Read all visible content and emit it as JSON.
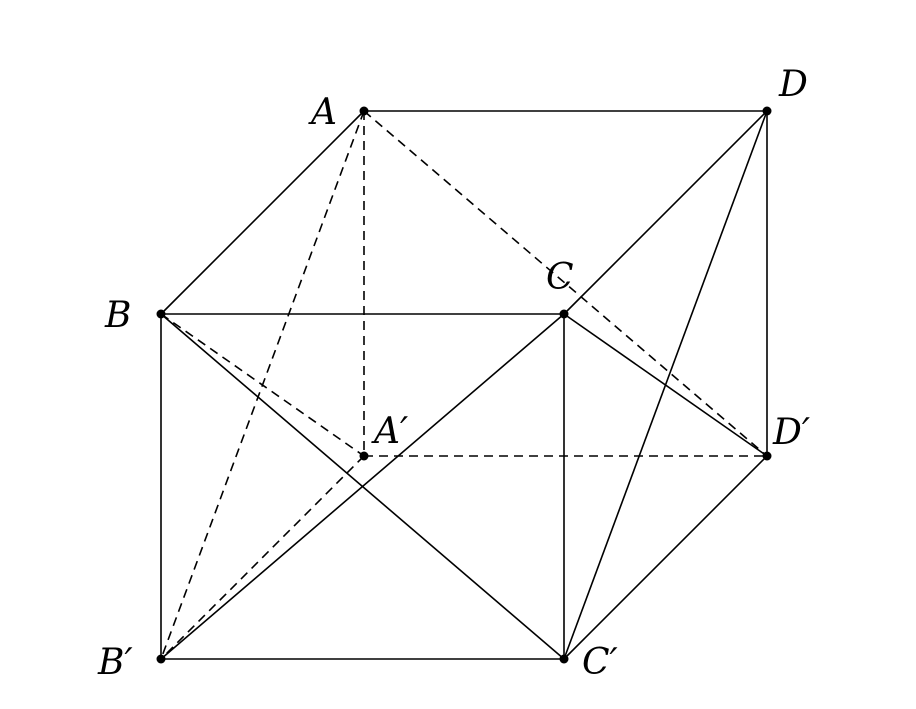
{
  "diagram": {
    "vertices": [
      {
        "id": "A",
        "label": "A"
      },
      {
        "id": "B",
        "label": "B"
      },
      {
        "id": "C",
        "label": "C"
      },
      {
        "id": "D",
        "label": "D"
      },
      {
        "id": "A1",
        "label": "A′"
      },
      {
        "id": "B1",
        "label": "B′"
      },
      {
        "id": "C1",
        "label": "C′"
      },
      {
        "id": "D1",
        "label": "D′"
      }
    ],
    "edges": [
      {
        "from": "A",
        "to": "D",
        "style": "solid"
      },
      {
        "from": "A",
        "to": "B",
        "style": "solid"
      },
      {
        "from": "B",
        "to": "C",
        "style": "solid"
      },
      {
        "from": "C",
        "to": "D",
        "style": "solid"
      },
      {
        "from": "D",
        "to": "D1",
        "style": "solid"
      },
      {
        "from": "B",
        "to": "B1",
        "style": "solid"
      },
      {
        "from": "C",
        "to": "C1",
        "style": "solid"
      },
      {
        "from": "B1",
        "to": "C1",
        "style": "solid"
      },
      {
        "from": "C1",
        "to": "D1",
        "style": "solid"
      },
      {
        "from": "B",
        "to": "C1",
        "style": "solid"
      },
      {
        "from": "B1",
        "to": "C",
        "style": "solid"
      },
      {
        "from": "C",
        "to": "D1",
        "style": "solid"
      },
      {
        "from": "D",
        "to": "C1",
        "style": "solid"
      },
      {
        "from": "A",
        "to": "A1",
        "style": "dashed"
      },
      {
        "from": "A1",
        "to": "D1",
        "style": "dashed"
      },
      {
        "from": "A1",
        "to": "B1",
        "style": "dashed"
      },
      {
        "from": "A",
        "to": "B1",
        "style": "dashed"
      },
      {
        "from": "A",
        "to": "D1",
        "style": "dashed"
      },
      {
        "from": "B",
        "to": "A1",
        "style": "dashed"
      }
    ]
  }
}
